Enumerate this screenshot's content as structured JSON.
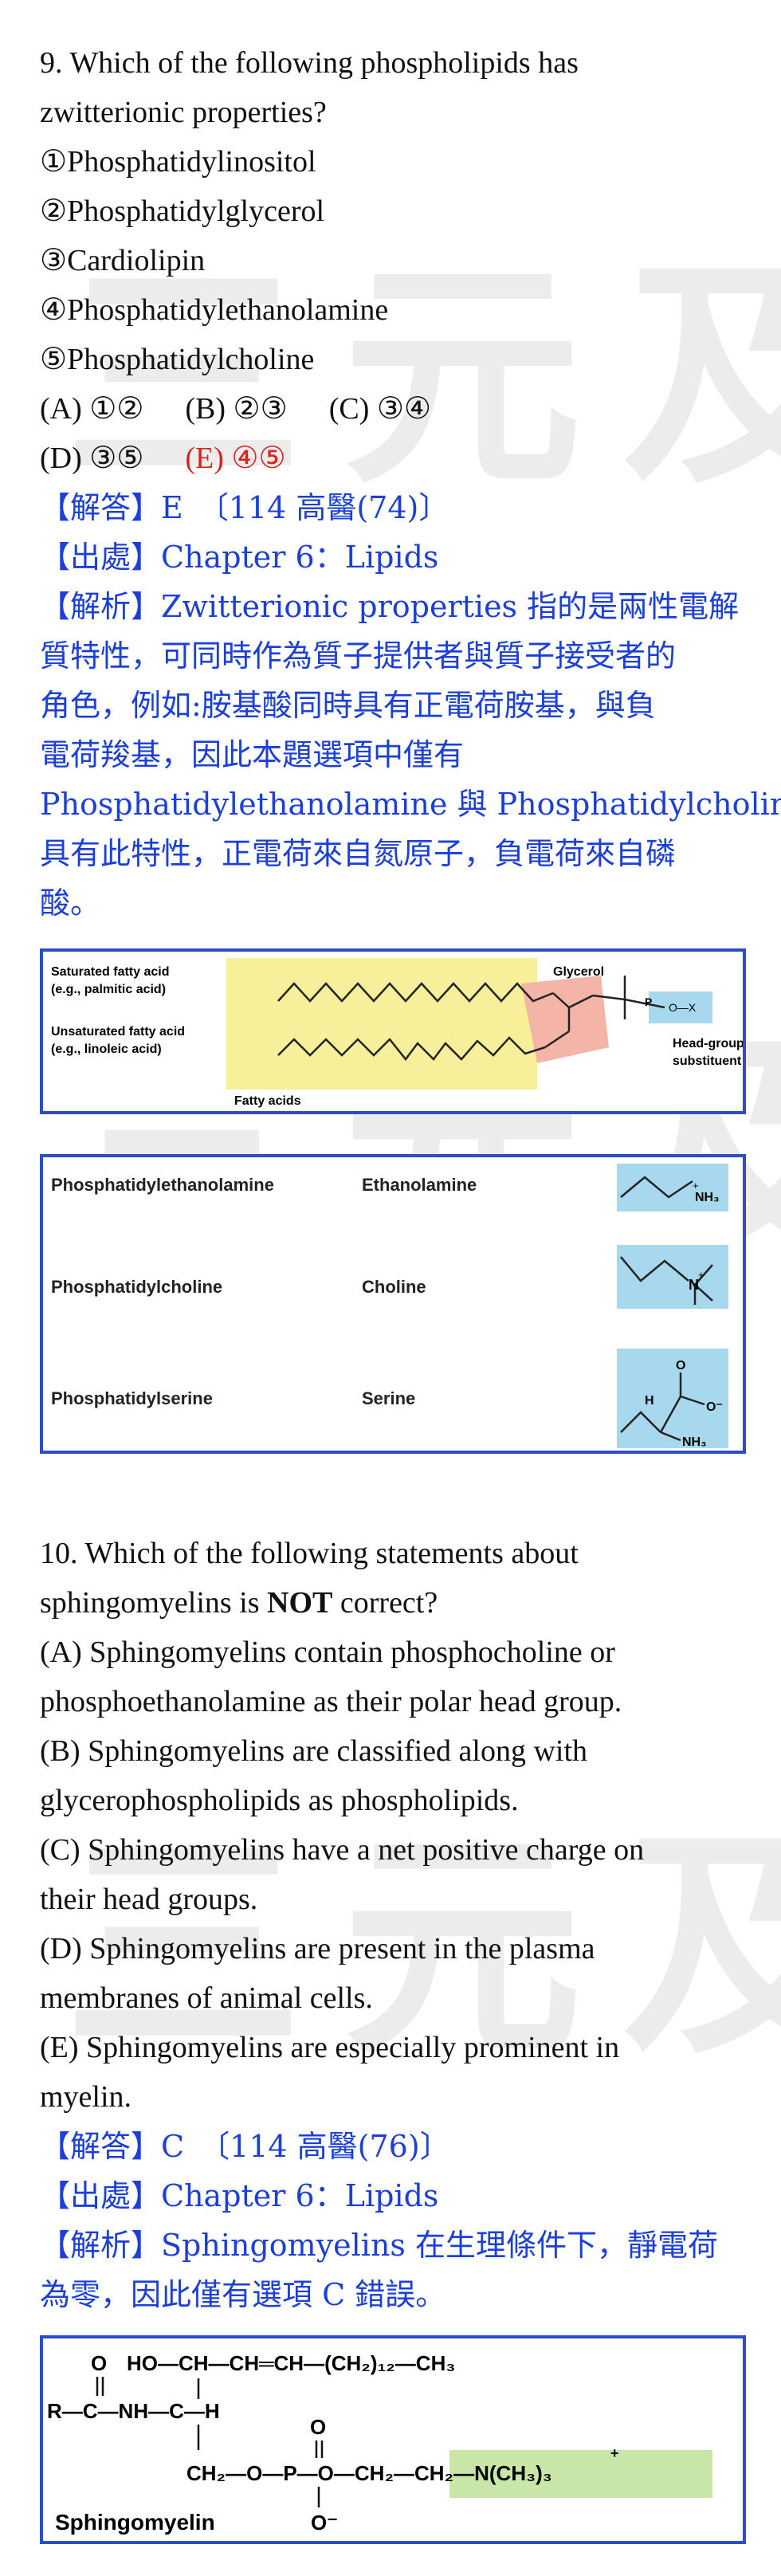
{
  "q9": {
    "stem": [
      "9. Which of the following phospholipids has",
      "zwitterionic properties?"
    ],
    "items": [
      "①Phosphatidylinositol",
      "②Phosphatidylglycerol",
      "③Cardiolipin",
      "④Phosphatidylethanolamine",
      "⑤Phosphatidylcholine"
    ],
    "options_row1": [
      "(A) ①②",
      "(B) ②③",
      "(C) ③④"
    ],
    "options_row2": [
      "(D) ③⑤",
      "(E) ④⑤"
    ],
    "answer": "【解答】E　〔114 高醫(74)〕",
    "source": "【出處】Chapter 6：Lipids",
    "explain": [
      "【解析】Zwitterionic properties 指的是兩性電解",
      "質特性，可同時作為質子提供者與質子接受者的",
      "角色，例如:胺基酸同時具有正電荷胺基，與負",
      "電荷羧基，因此本題選項中僅有",
      "Phosphatidylethanolamine  與 Phosphatidylcholine",
      "具有此特性，正電荷來自氮原子，負電荷來自磷",
      "酸。"
    ]
  },
  "fig1": {
    "sat_label": [
      "Saturated fatty acid",
      "(e.g., palmitic acid)"
    ],
    "unsat_label": [
      "Unsaturated fatty acid",
      "(e.g., linoleic acid)"
    ],
    "glycerol": "Glycerol",
    "fatty_acids": "Fatty acids",
    "head_group": [
      "Head-group",
      "substituent"
    ]
  },
  "fig2": {
    "rows": [
      {
        "name": "Phosphatidylethanolamine",
        "sub": "Ethanolamine"
      },
      {
        "name": "Phosphatidylcholine",
        "sub": "Choline"
      },
      {
        "name": "Phosphatidylserine",
        "sub": "Serine"
      }
    ]
  },
  "q10": {
    "stem1": "10. Which of the following statements about",
    "stem2a": "sphingomyelins is ",
    "stem2b": "NOT",
    "stem2c": " correct?",
    "lines": [
      "(A) Sphingomyelins contain phosphocholine or",
      "phosphoethanolamine as their polar head group.",
      "(B) Sphingomyelins are classified along with",
      "glycerophospholipids as phospholipids.",
      "(C) Sphingomyelins have a net positive charge on",
      "their head groups.",
      "(D) Sphingomyelins are present in the plasma",
      "membranes of animal cells.",
      "(E) Sphingomyelins are especially prominent in",
      "myelin."
    ],
    "answer": "【解答】C　〔114 高醫(76)〕",
    "source": "【出處】Chapter 6：Lipids",
    "explain": [
      "【解析】Sphingomyelins 在生理條件下，靜電荷",
      "為零，因此僅有選項 C 錯誤。"
    ]
  },
  "fig3": {
    "caption": "Sphingomyelin"
  },
  "watermark": "三元及第",
  "colors": {
    "blue": "#1b3fd8",
    "red": "#e0201a",
    "box_border": "#2c4cc8",
    "fatty_yellow": "#f7ef9a",
    "glycerol_pink": "#f4b4a8",
    "head_blue": "#a8d8ee",
    "choline_green": "#c7e6a8"
  }
}
